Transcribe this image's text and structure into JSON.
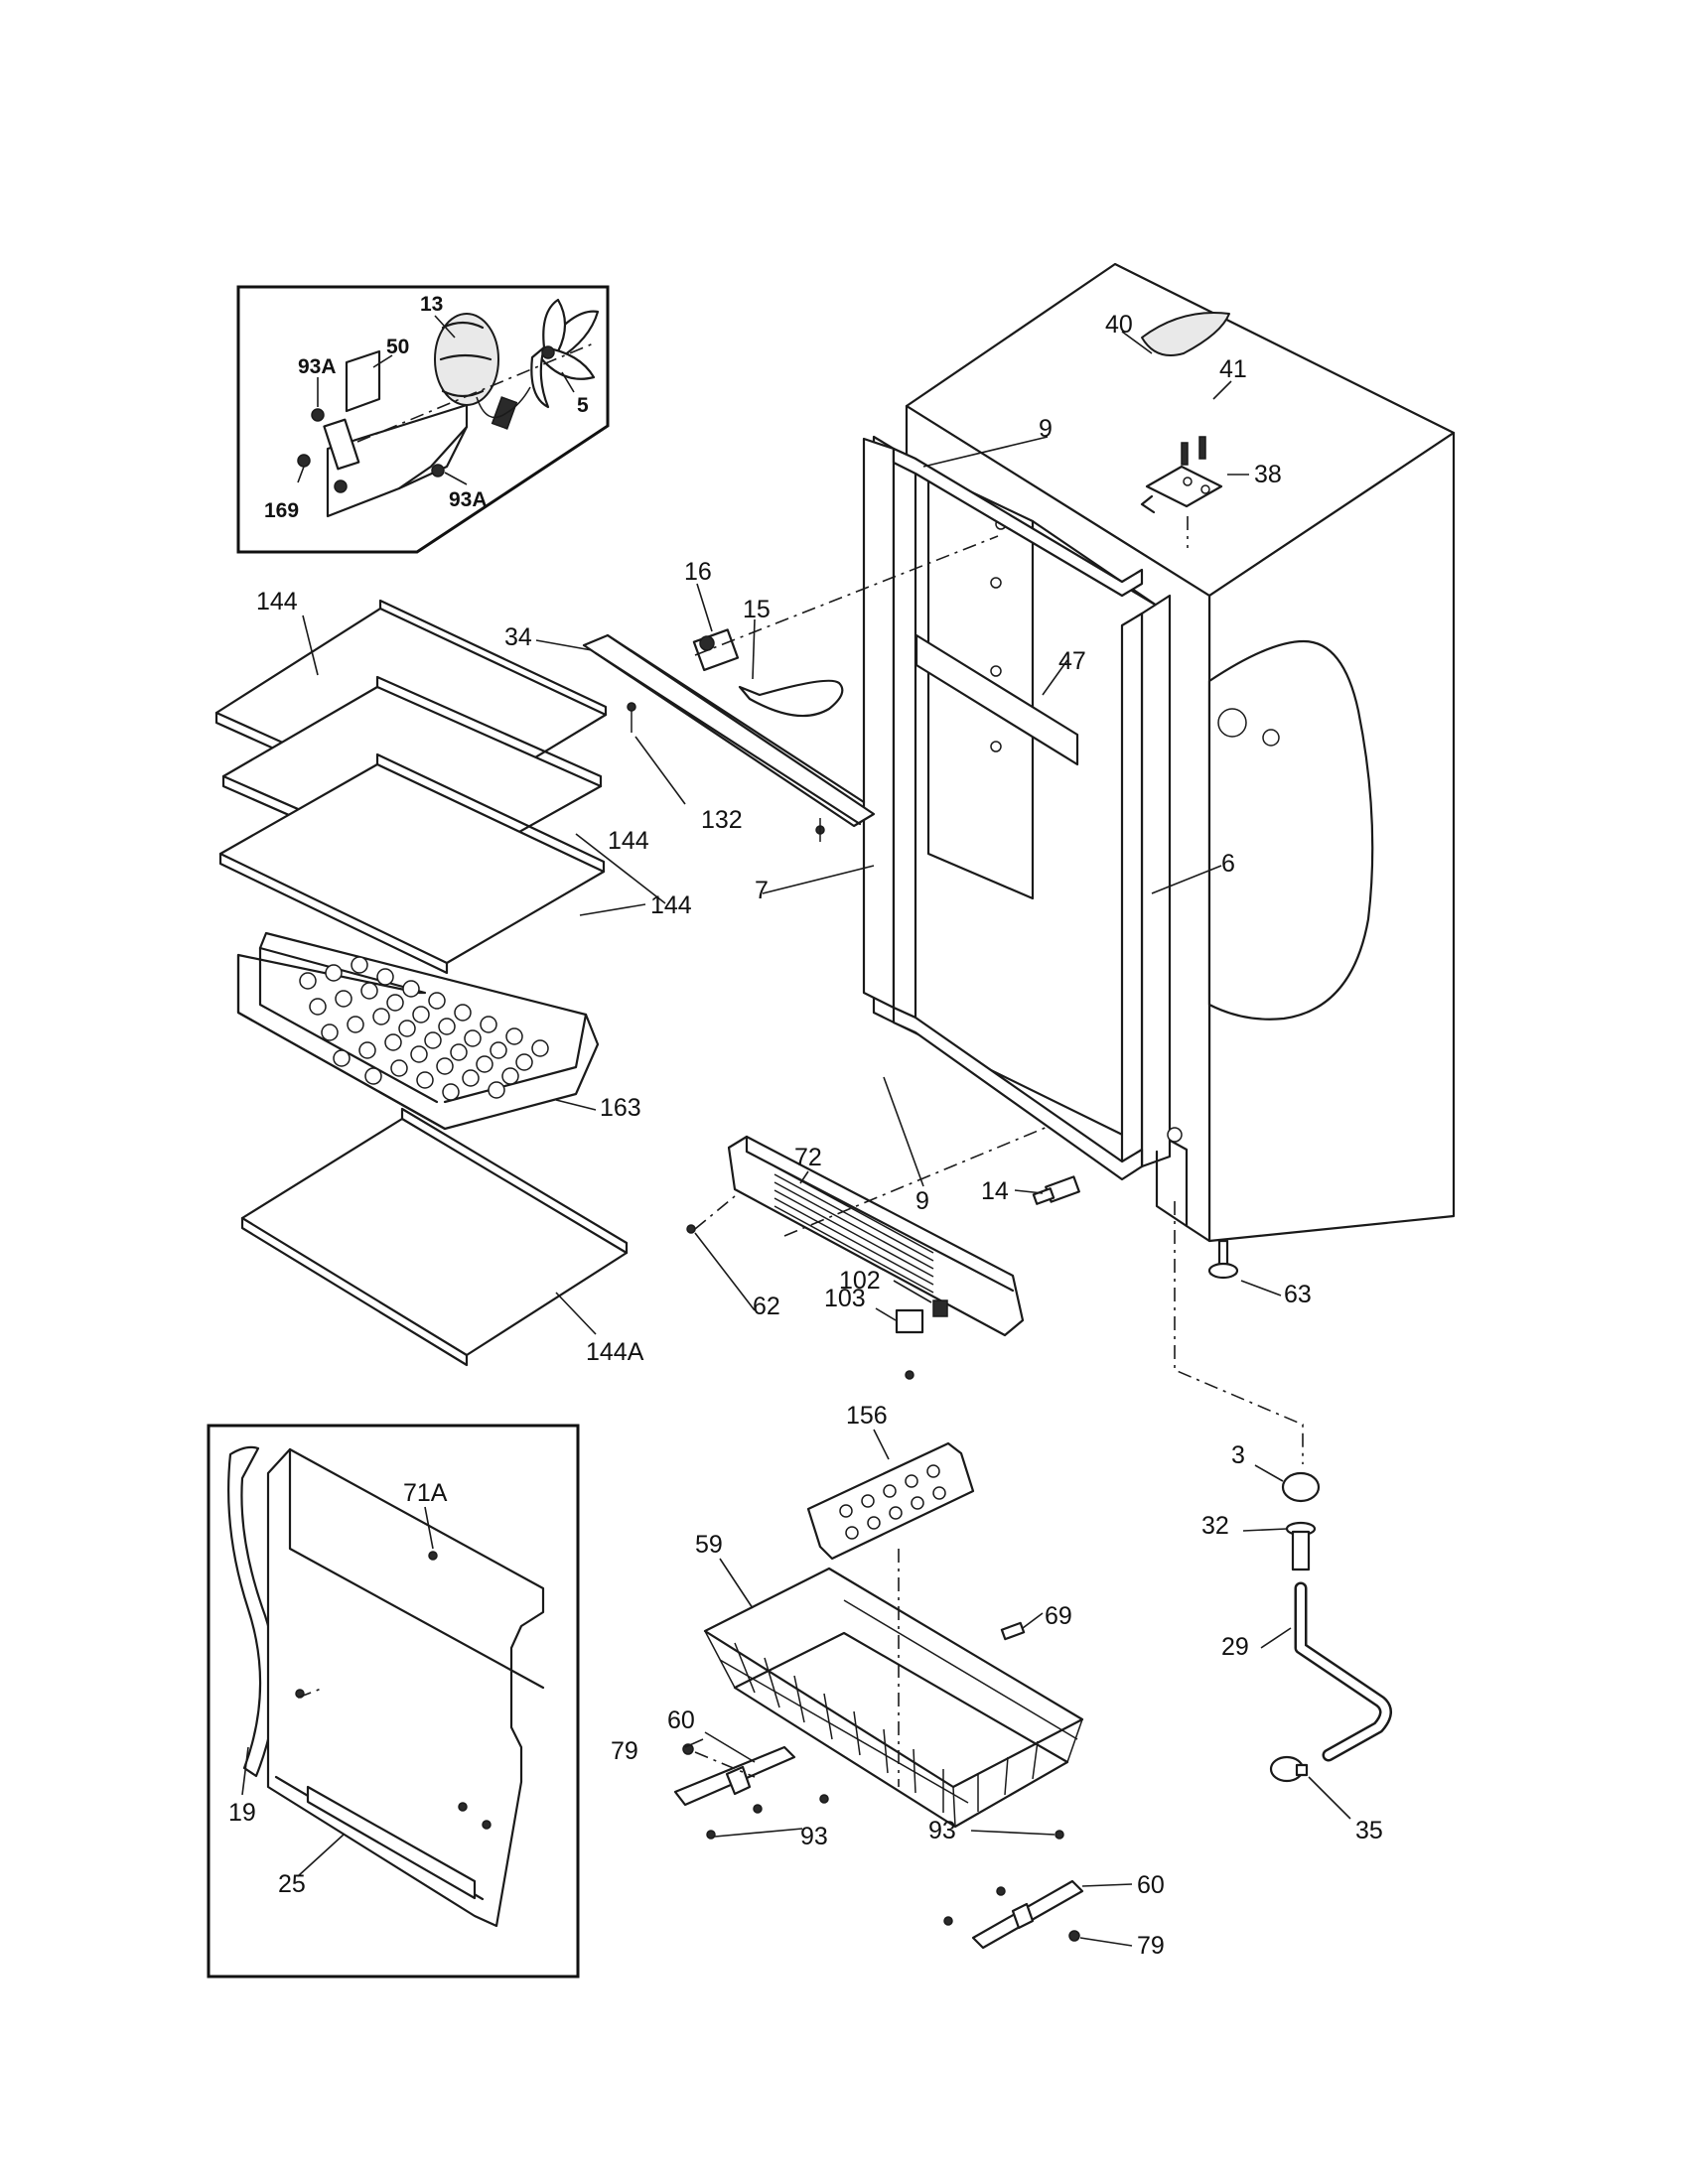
{
  "colors": {
    "line": "#1a1a1a",
    "background": "#ffffff"
  },
  "labels": {
    "p13": "13",
    "p50": "50",
    "p93a_top": "93A",
    "p5": "5",
    "p169": "169",
    "p93a_bottom": "93A",
    "p40": "40",
    "p41": "41",
    "p38": "38",
    "p9_top": "9",
    "p16": "16",
    "p15": "15",
    "p34": "34",
    "p47": "47",
    "p132": "132",
    "p144_top": "144",
    "p144_mid": "144",
    "p144_low": "144",
    "p7": "7",
    "p6": "6",
    "p163": "163",
    "p9_bottom": "9",
    "p72": "72",
    "p14": "14",
    "p102": "102",
    "p103": "103",
    "p62": "62",
    "p63": "63",
    "p144a": "144A",
    "p71a": "71A",
    "p156": "156",
    "p59": "59",
    "p69": "69",
    "p3": "3",
    "p32": "32",
    "p29": "29",
    "p60_left": "60",
    "p79_left": "79",
    "p93_left": "93",
    "p19": "19",
    "p25": "25",
    "p93_right": "93",
    "p60_right": "60",
    "p79_right": "79",
    "p35": "35"
  }
}
